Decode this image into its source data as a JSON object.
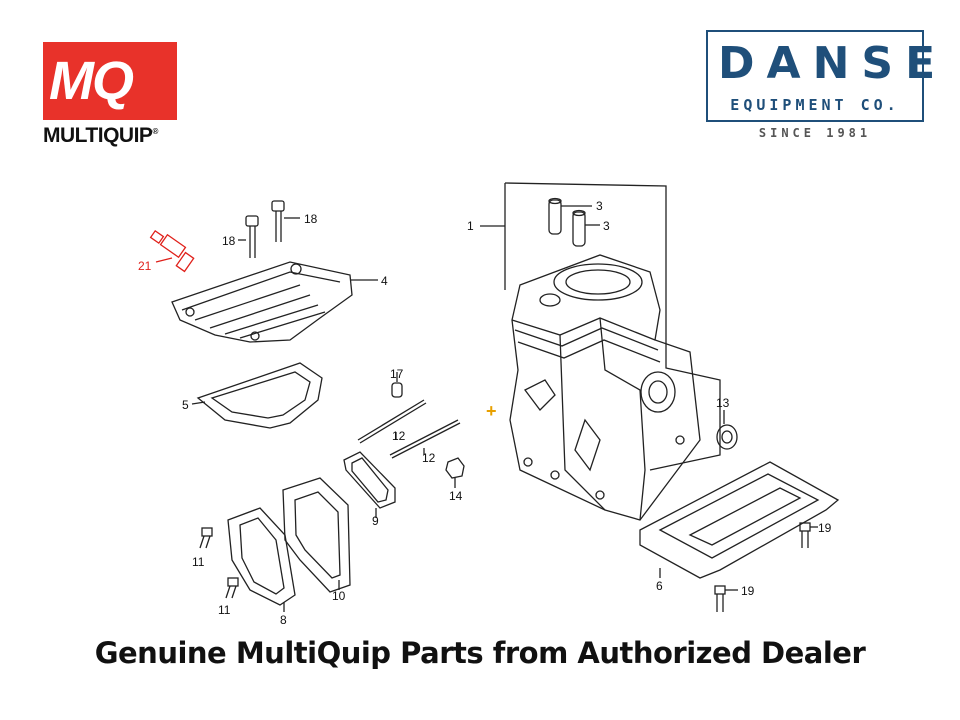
{
  "brand": {
    "mq_letters": "MQ",
    "mq_wordmark": "MULTIQUIP",
    "mq_reg": "®",
    "dealer_name": "DANSE",
    "dealer_sub": "EQUIPMENT CO.",
    "dealer_since": "SINCE 1981",
    "mq_color": "#e8322a",
    "dealer_color": "#1f4f7a"
  },
  "diagram": {
    "part_labels": [
      "1",
      "3",
      "3",
      "4",
      "5",
      "6",
      "8",
      "9",
      "10",
      "11",
      "11",
      "12",
      "12",
      "13",
      "14",
      "17",
      "18",
      "18",
      "19",
      "19",
      "21"
    ],
    "highlighted_part": "21",
    "highlight_color": "#e0201a",
    "marker": "+"
  },
  "caption": "Genuine MultiQuip Parts from Authorized Dealer"
}
